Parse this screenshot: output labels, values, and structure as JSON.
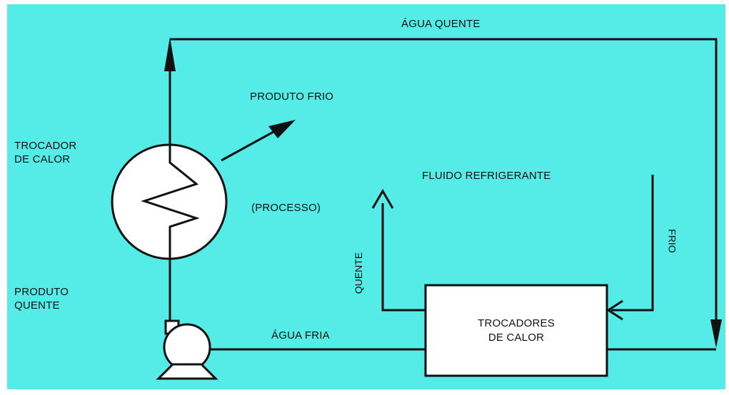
{
  "labels": {
    "agua_quente": "ÁGUA QUENTE",
    "produto_frio": "PRODUTO FRIO",
    "trocador_de_calor_line1": "TROCADOR",
    "trocador_de_calor_line2": "DE CALOR",
    "processo": "(PROCESSO)",
    "fluido_refrigerante": "FLUIDO REFRIGERANTE",
    "frio": "FRIO",
    "quente": "QUENTE",
    "produto_quente_line1": "PRODUTO",
    "produto_quente_line2": "QUENTE",
    "agua_fria": "ÁGUA FRIA",
    "trocadores_line1": "TROCADORES",
    "trocadores_line2": "DE CALOR"
  },
  "colors": {
    "background": "#55ebe6",
    "line": "#111111",
    "box_fill": "#ffffff"
  }
}
